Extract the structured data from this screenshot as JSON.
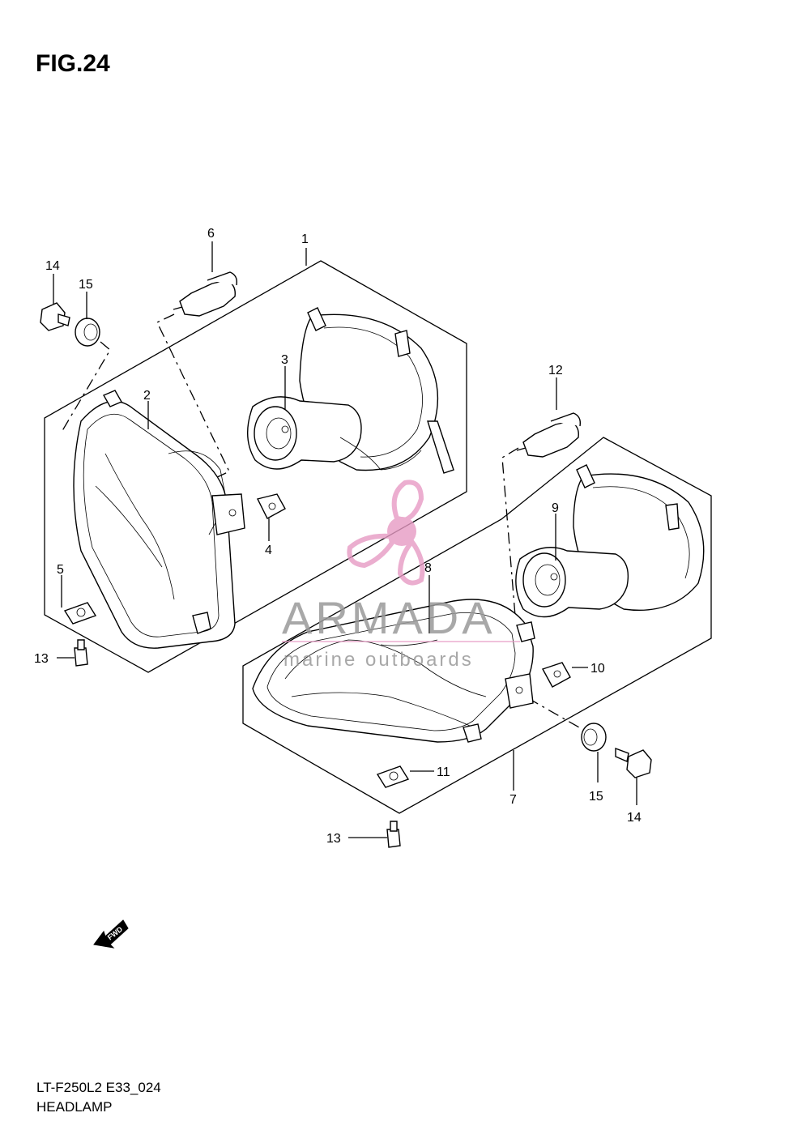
{
  "figure": {
    "title": "FIG.24",
    "model_code": "LT-F250L2 E33_024",
    "name": "HEADLAMP"
  },
  "watermark": {
    "brand": "ARMADA",
    "tagline": "marine outboards",
    "logo_color": "#e79ac4",
    "text_color": "#9a9a9a"
  },
  "fwd_label": "FWD",
  "callouts": {
    "c1": "1",
    "c2": "2",
    "c3": "3",
    "c4": "4",
    "c5": "5",
    "c6": "6",
    "c7": "7",
    "c8": "8",
    "c9": "9",
    "c10": "10",
    "c11": "11",
    "c12": "12",
    "c13a": "13",
    "c13b": "13",
    "c14a": "14",
    "c14b": "14",
    "c15a": "15",
    "c15b": "15"
  }
}
